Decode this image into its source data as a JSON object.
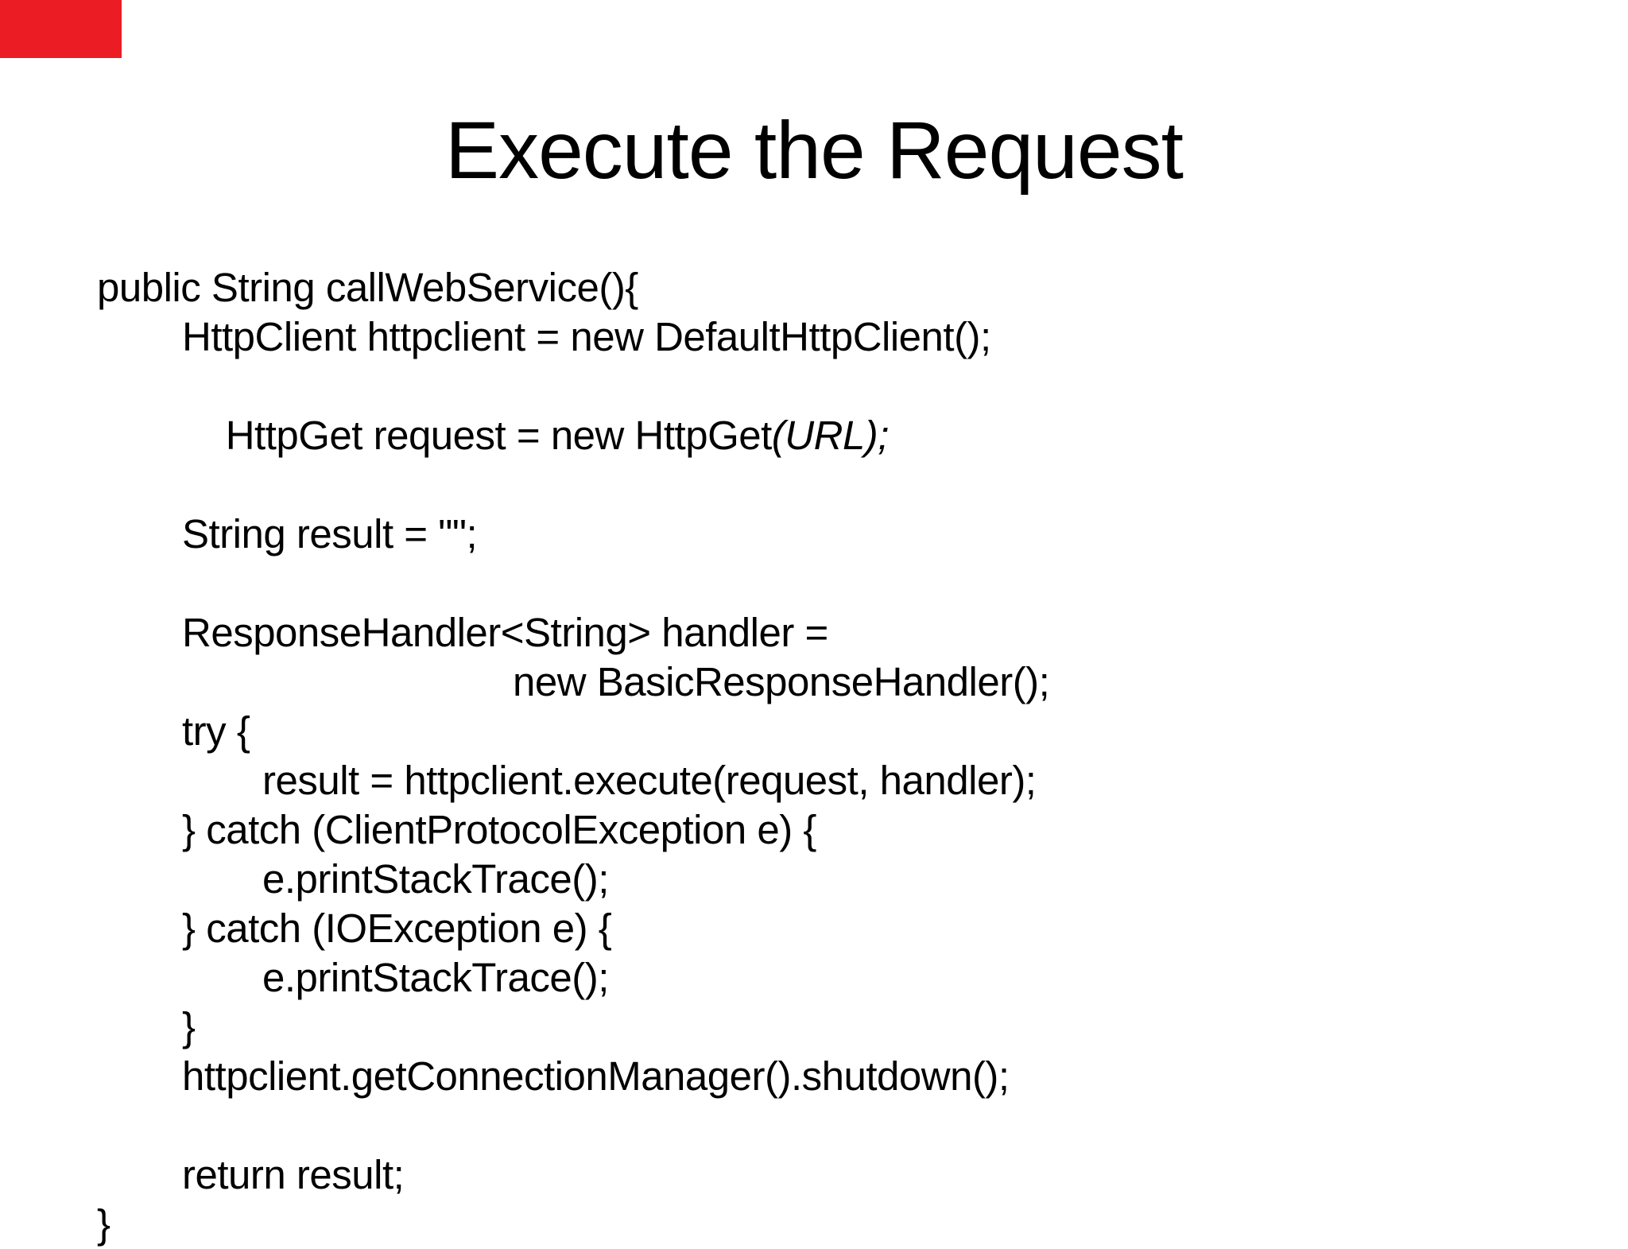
{
  "slide": {
    "title": "Execute the Request"
  },
  "colors": {
    "background": "#FFFFFF",
    "text": "#000000",
    "corner_block": "#EC1C24"
  },
  "code": {
    "language": "java",
    "lines": [
      {
        "text": "public String callWebService(){"
      },
      {
        "text": "HttpClient httpclient = new DefaultHttpClient();"
      },
      {
        "pre": "HttpGet request = new HttpGet",
        "italic": "(URL);"
      },
      {
        "text": "String result = \"\";"
      },
      {
        "text": ""
      },
      {
        "text": "ResponseHandler<String> handler ="
      },
      {
        "text": "new BasicResponseHandler();"
      },
      {
        "text": "try {"
      },
      {
        "text": "result = httpclient.execute(request, handler);"
      },
      {
        "text": "} catch (ClientProtocolException e) {"
      },
      {
        "text": "e.printStackTrace();"
      },
      {
        "text": "} catch (IOException e) {"
      },
      {
        "text": "e.printStackTrace();"
      },
      {
        "text": "}"
      },
      {
        "text": "httpclient.getConnectionManager().shutdown();"
      },
      {
        "text": ""
      },
      {
        "text": "return result;"
      },
      {
        "text": "}"
      }
    ]
  }
}
